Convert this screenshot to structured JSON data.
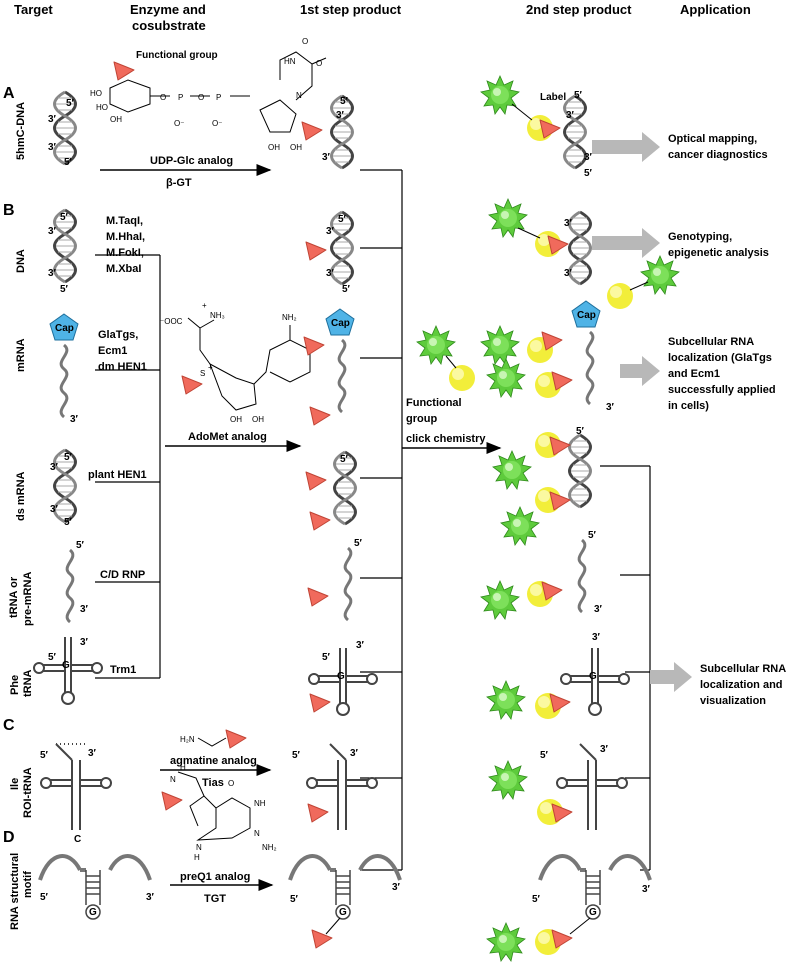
{
  "headers": {
    "target": "Target",
    "enzyme_line1": "Enzyme and",
    "enzyme_line2": "cosubstrate",
    "step1": "1st step product",
    "step2": "2nd step product",
    "application": "Application"
  },
  "panels": {
    "a": "A",
    "b": "B",
    "c": "C",
    "d": "D"
  },
  "targets": {
    "hmc_dna": "5hmC-DNA",
    "dna": "DNA",
    "mrna": "mRNA",
    "ds_mrna": "ds mRNA",
    "trna_line1": "tRNA or",
    "trna_line2": "pre-mRNA",
    "phe_line1": "Phe",
    "phe_line2": "tRNA",
    "ile_line1": "Ile",
    "ile_line2": "ROI-tRNA",
    "rna_line1": "RNA structural",
    "rna_line2": "motif"
  },
  "enzymes": {
    "mtaqi": "M.TaqI,",
    "mhhai": "M.HhaI,",
    "mfoki": "M.FokI,",
    "mxbai": "M.XbaI",
    "glatgs": "GlaTgs,",
    "ecm1": "Ecm1",
    "dmhen1": "dm HEN1",
    "plant_hen1": "plant HEN1",
    "cd_rnp": "C/D RNP",
    "trm1": "Trm1",
    "udp_glc": "UDP-Glc analog",
    "beta_gt": "β-GT",
    "adomet": "AdoMet analog",
    "agmatine": "agmatine analog",
    "tias": "Tias",
    "preq1": "preQ1 analog",
    "tgt": "TGT"
  },
  "annotations": {
    "functional_group": "Functional group",
    "label": "Label",
    "cap": "Cap",
    "func_group_line1": "Functional",
    "func_group_line2": "group",
    "click_chemistry": "click chemistry",
    "five_prime": "5′",
    "three_prime": "3′",
    "g": "G",
    "c": "C"
  },
  "applications": {
    "optical_line1": "Optical mapping,",
    "optical_line2": "cancer diagnostics",
    "geno_line1": "Genotyping,",
    "geno_line2": "epigenetic analysis",
    "sub1_line1": "Subcellular RNA",
    "sub1_line2": "localization (GlaTgs",
    "sub1_line3": "and Ecm1",
    "sub1_line4": "successfully applied",
    "sub1_line5": "in cells)",
    "sub2_line1": "Subcellular RNA",
    "sub2_line2": "localization and",
    "sub2_line3": "visualization"
  },
  "chem": {
    "ho": "HO",
    "oh": "OH",
    "o": "O",
    "p": "P",
    "ominus": "O⁻",
    "hn": "HN",
    "n": "N",
    "nh": "NH",
    "nh2": "NH₂",
    "h2n": "H₂N",
    "h": "H",
    "ooc": "⁻OOC",
    "nh3": "NH₃",
    "plus": "+",
    "s": "S"
  },
  "colors": {
    "triangle": "#f06a5c",
    "label_star": "#5ecb3c",
    "linker_ball": "#f2ee3a",
    "cap": "#4fb3e6",
    "helix": "#555555",
    "arrow_grey": "#b8b8b8"
  }
}
